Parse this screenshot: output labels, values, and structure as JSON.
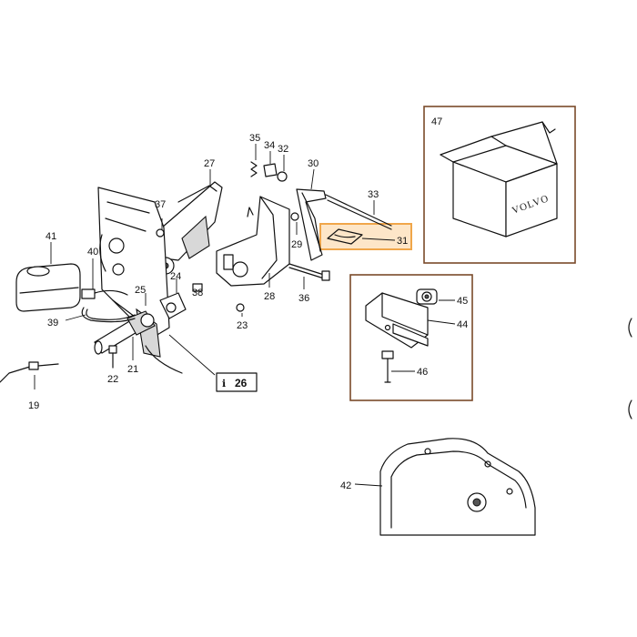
{
  "labels": {
    "p19": "19",
    "p21": "21",
    "p22": "22",
    "p23": "23",
    "p24": "24",
    "p25": "25",
    "p26": "26",
    "p27": "27",
    "p28": "28",
    "p29": "29",
    "p30": "30",
    "p31": "31",
    "p32": "32",
    "p33": "33",
    "p34": "34",
    "p35": "35",
    "p36": "36",
    "p37": "37",
    "p38": "38",
    "p39": "39",
    "p40": "40",
    "p41": "41",
    "p42": "42",
    "p44": "44",
    "p45": "45",
    "p46": "46",
    "p47": "47"
  },
  "box_logo": "VOLVO",
  "highlight": {
    "part": "31",
    "color": "#f0a64a"
  },
  "colors": {
    "frame": "#7a4a2a",
    "ink": "#111111",
    "highlight_fill": "#f5b36a"
  }
}
